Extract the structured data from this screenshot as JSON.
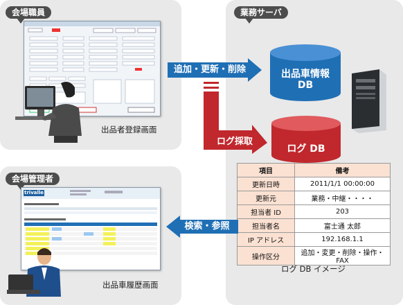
{
  "panels": {
    "staff": {
      "tag": "会場職員",
      "caption": "出品者登録画面"
    },
    "server": {
      "tag": "業務サーバ"
    },
    "manager": {
      "tag": "会場管理者",
      "caption": "出品車履歴画面"
    }
  },
  "arrows": {
    "add": "追加・更新・削除",
    "log": "ログ採取",
    "search": "検索・参照"
  },
  "databases": {
    "vehicle": {
      "line1": "出品車情報",
      "line2": "DB"
    },
    "log": {
      "label": "ログ DB"
    }
  },
  "log_table": {
    "headers": [
      "項目",
      "備考"
    ],
    "rows": [
      [
        "更新日時",
        "2011/1/1 00:00:00"
      ],
      [
        "更新元",
        "業務・中継・・・・"
      ],
      [
        "担当者 ID",
        "203"
      ],
      [
        "担当者名",
        "富士通 太郎"
      ],
      [
        "IP アドレス",
        "192.168.1.1"
      ],
      [
        "操作区分",
        "追加・変更・削除・操作・FAX"
      ]
    ],
    "caption": "ログ DB イメージ"
  },
  "history_screen": {
    "logo": "trivalle"
  },
  "colors": {
    "blue": "#1f6fb5",
    "red": "#c0282d",
    "panel": "#e9e9e9",
    "tag": "#4d4d4d",
    "table_key": "#fbe1d2"
  }
}
